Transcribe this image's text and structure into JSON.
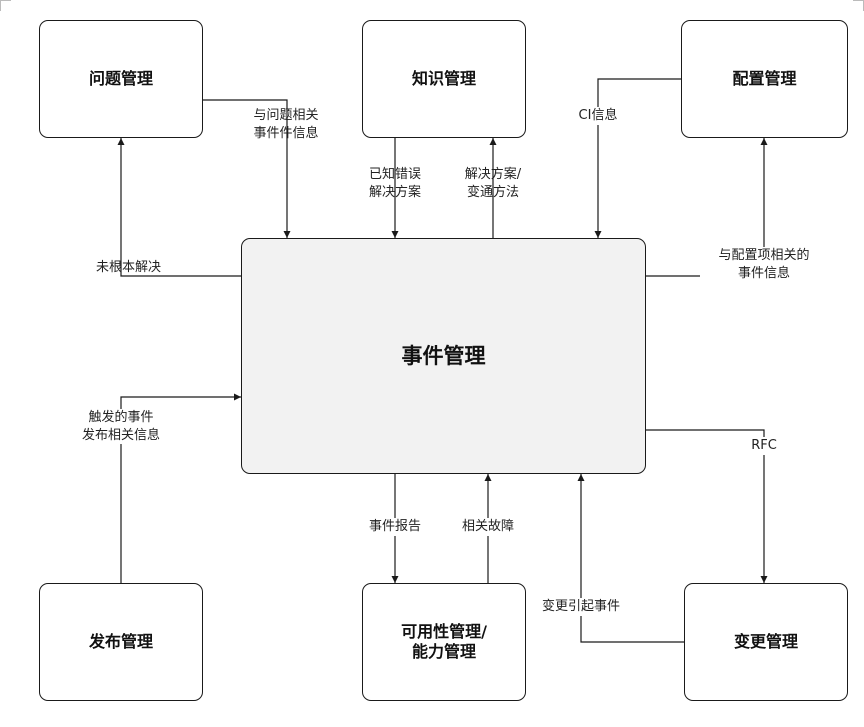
{
  "nodes": {
    "problem": "问题管理",
    "knowledge": "知识管理",
    "config": "配置管理",
    "incident": "事件管理",
    "release": "发布管理",
    "availability": "可用性管理/\n能力管理",
    "change": "变更管理"
  },
  "edges": {
    "problem_to_incident": "与问题相关\n事件件信息",
    "knowledge_to_incident": "已知错误\n解决方案",
    "incident_to_knowledge": "解决方案/\n变通方法",
    "config_to_incident": "CI信息",
    "incident_to_config": "与配置项相关的\n事件信息",
    "incident_to_problem": "未根本解决",
    "release_to_incident": "触发的事件\n发布相关信息",
    "incident_to_availability": "事件报告",
    "availability_to_incident": "相关故障",
    "incident_to_change": "RFC",
    "change_to_incident": "变更引起事件"
  },
  "colors": {
    "line": "#1a1a1a",
    "center_fill": "#f2f2f2",
    "box_fill": "#ffffff"
  }
}
